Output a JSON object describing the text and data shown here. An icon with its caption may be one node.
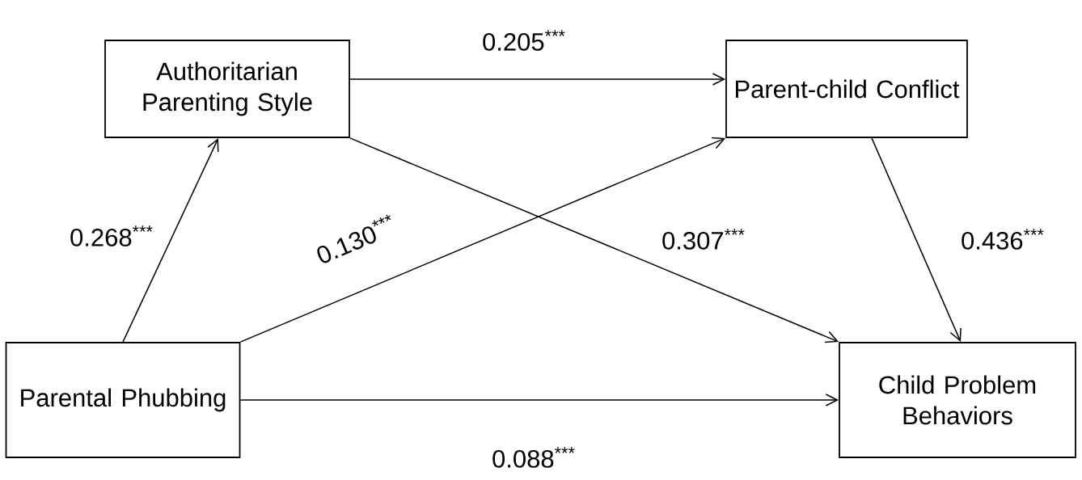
{
  "diagram": {
    "nodes": [
      {
        "text": [
          "Authoritarian Parenting Style"
        ]
      },
      {
        "text": [
          "Parent-child Conflict"
        ]
      },
      {
        "text": [
          "Parental Phubbing"
        ]
      },
      {
        "text": [
          "Child Problem Behaviors"
        ]
      }
    ],
    "edges": [
      {
        "from": 2,
        "to": 0,
        "arrow": "to",
        "label": "0.268$^{***}$"
      },
      {
        "from": 0,
        "to": 1,
        "arrow": "to",
        "label": "0.205$^{***}$"
      },
      {
        "from": 2,
        "to": 1,
        "arrow": "to",
        "label": "0.130$^{***}$"
      },
      {
        "from": 0,
        "to": 3,
        "arrow": "to",
        "label": "0.307$^{***}$"
      },
      {
        "from": 1,
        "to": 3,
        "arrow": "to",
        "label": "0.436$^{***}$"
      },
      {
        "from": 2,
        "to": 3,
        "arrow": "to",
        "label": "0.088$^{***}$"
      }
    ]
  }
}
